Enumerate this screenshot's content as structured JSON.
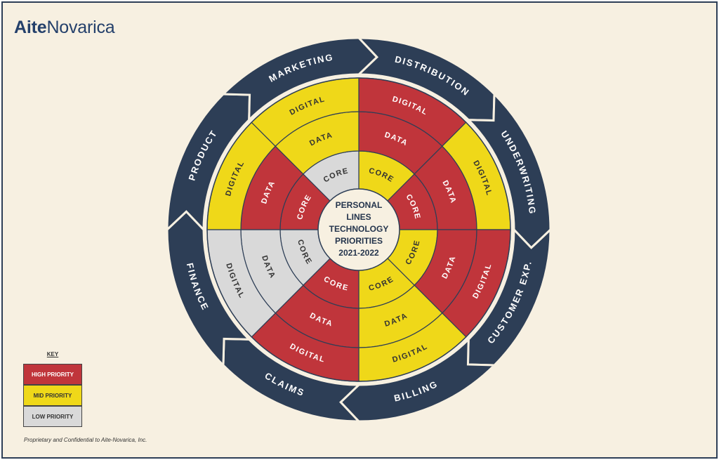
{
  "logo": {
    "part_a": "Aite",
    "part_b": "Novarica"
  },
  "center_label": [
    "PERSONAL",
    "LINES",
    "TECHNOLOGY",
    "PRIORITIES",
    "2021-2022"
  ],
  "ring_labels": {
    "core": "CORE",
    "data": "DATA",
    "digital": "DIGITAL"
  },
  "colors": {
    "high": "#c0353b",
    "mid": "#efd819",
    "low": "#d9d9d9",
    "outer_ring": "#2d3e56",
    "background": "#f7f0e1"
  },
  "key": {
    "title": "KEY",
    "items": [
      {
        "label": "HIGH PRIORITY",
        "level": "high"
      },
      {
        "label": "MID PRIORITY",
        "level": "mid"
      },
      {
        "label": "LOW PRIORITY",
        "level": "low"
      }
    ]
  },
  "sectors": [
    {
      "name": "DISTRIBUTION",
      "core": "mid",
      "data": "high",
      "digital": "high"
    },
    {
      "name": "UNDERWRITING",
      "core": "high",
      "data": "high",
      "digital": "mid"
    },
    {
      "name": "CUSTOMER EXP.",
      "core": "mid",
      "data": "high",
      "digital": "high"
    },
    {
      "name": "BILLING",
      "core": "mid",
      "data": "mid",
      "digital": "mid"
    },
    {
      "name": "CLAIMS",
      "core": "high",
      "data": "high",
      "digital": "high"
    },
    {
      "name": "FINANCE",
      "core": "low",
      "data": "low",
      "digital": "low"
    },
    {
      "name": "PRODUCT",
      "core": "high",
      "data": "high",
      "digital": "mid"
    },
    {
      "name": "MARKETING",
      "core": "low",
      "data": "mid",
      "digital": "mid"
    }
  ],
  "footer": "Proprietary and Confidential to Aite-Novarica, Inc."
}
